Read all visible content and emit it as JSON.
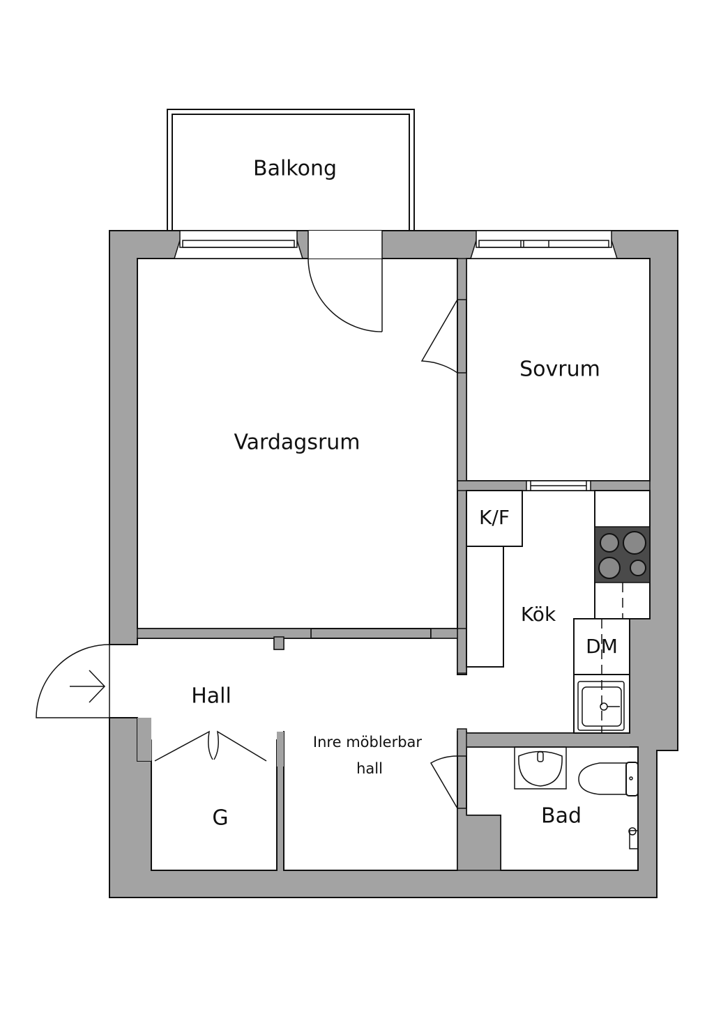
{
  "plan": {
    "wall_color": "#a3a3a3",
    "stove_color": "#4a4a4a",
    "rooms": {
      "balkong": "Balkong",
      "vardagsrum": "Vardagsrum",
      "sovrum": "Sovrum",
      "kok": "Kök",
      "kf": "K/F",
      "dm": "DM",
      "hall": "Hall",
      "inre_hall_line1": "Inre möblerbar",
      "inre_hall_line2": "hall",
      "garderob": "G",
      "bad": "Bad"
    }
  }
}
